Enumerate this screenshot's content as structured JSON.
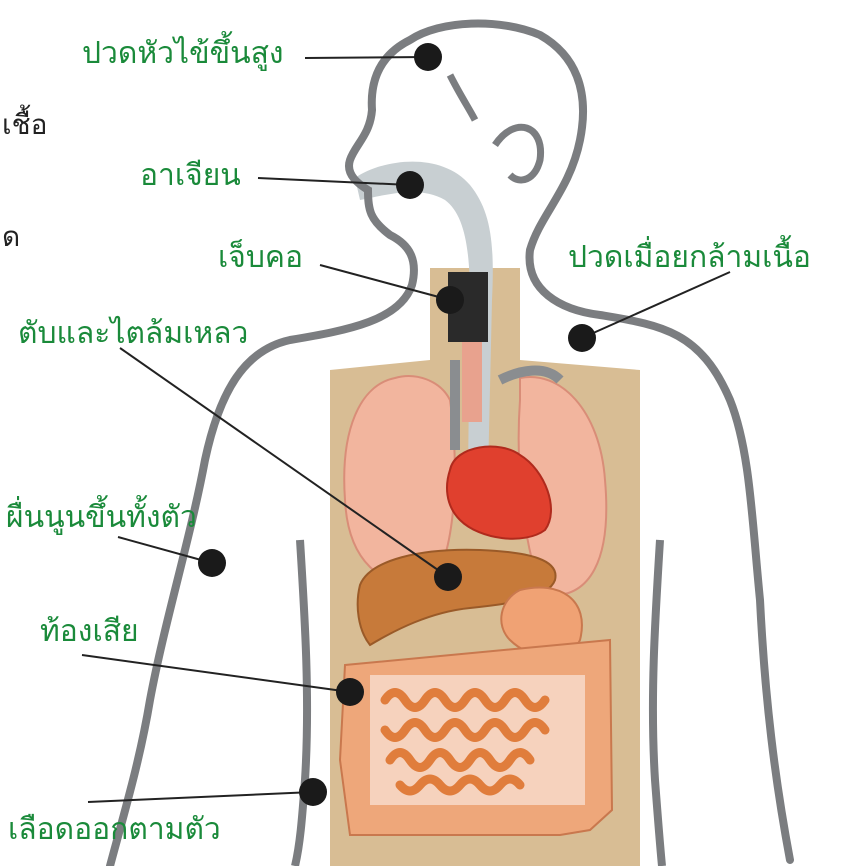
{
  "colors": {
    "label_text": "#1a8a3a",
    "outline": "#7b7d80",
    "skin": "#d8bd94",
    "airway": "#c8cfd2",
    "heart": "#e0402e",
    "liver": "#c77a3a",
    "intestine": "#eea77a",
    "lung": "#f2b59e",
    "dot": "#1a1a1a"
  },
  "cut_text": [
    {
      "id": "cut-1",
      "text": "เชื้อ"
    },
    {
      "id": "cut-2",
      "text": "ด"
    }
  ],
  "symptoms": [
    {
      "id": "headache-fever",
      "label": "ปวดหัวไข้ขึ้นสูง"
    },
    {
      "id": "vomiting",
      "label": "อาเจียน"
    },
    {
      "id": "sore-throat",
      "label": "เจ็บคอ"
    },
    {
      "id": "muscle-pain",
      "label": "ปวดเมื่อยกล้ามเนื้อ"
    },
    {
      "id": "liver-kidney-failure",
      "label": "ตับและไตล้มเหลว"
    },
    {
      "id": "rash",
      "label": "ผื่นนูนขึ้นทั้งตัว"
    },
    {
      "id": "diarrhea",
      "label": "ท้องเสีย"
    },
    {
      "id": "bleeding",
      "label": "เลือดออกตามตัว"
    }
  ]
}
